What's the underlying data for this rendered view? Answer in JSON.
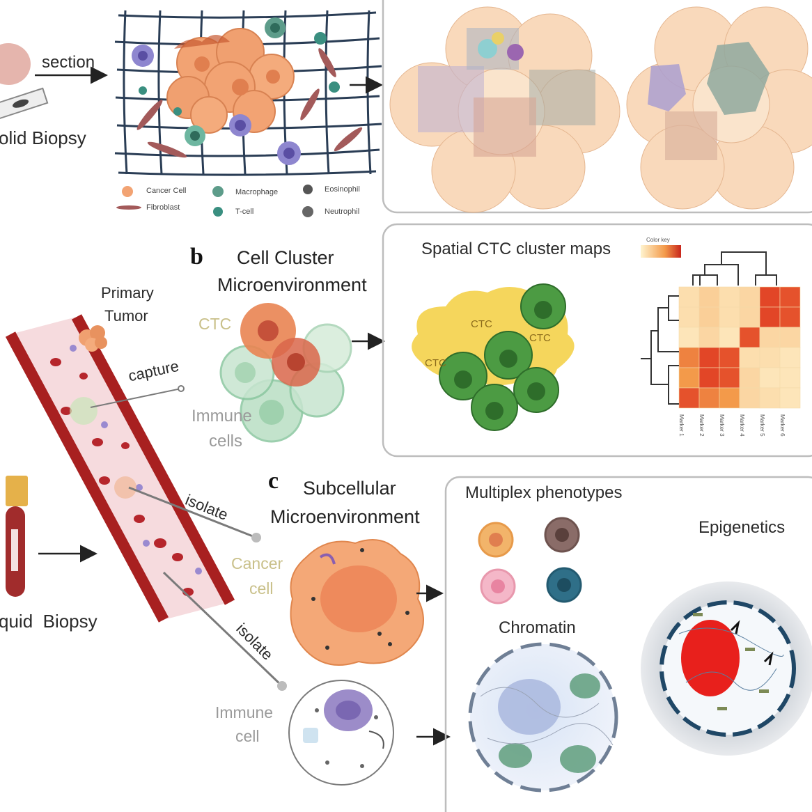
{
  "panel_a": {
    "section_label": "section",
    "solid_biopsy_label": "olid Biopsy",
    "legend": {
      "cancer_cell": "Cancer Cell",
      "fibroblast": "Fibroblast",
      "macrophage": "Macrophage",
      "t_cell": "T-cell",
      "eosinophil": "Eosinophil",
      "neutrophil": "Neutrophil"
    }
  },
  "panel_b": {
    "letter": "b",
    "title_line1": "Cell Cluster",
    "title_line2": "Microenvironment",
    "ctc_label": "CTC",
    "immune_line1": "Immune",
    "immune_line2": "cells",
    "maps_title": "Spatial CTC cluster maps",
    "colorbar_label": "Color key",
    "ctc_map_labels": [
      "CTC",
      "CTC",
      "CTC"
    ],
    "marker_labels": [
      "Marker 1",
      "Marker 2",
      "Marker 3",
      "Marker 4",
      "Marker 5",
      "Marker 6"
    ],
    "heatmap_values": [
      [
        0.15,
        0.25,
        0.15,
        0.2,
        0.95,
        0.9
      ],
      [
        0.15,
        0.25,
        0.15,
        0.2,
        0.95,
        0.9
      ],
      [
        0.1,
        0.2,
        0.1,
        0.9,
        0.2,
        0.2
      ],
      [
        0.7,
        0.95,
        0.9,
        0.15,
        0.15,
        0.1
      ],
      [
        0.6,
        0.95,
        0.9,
        0.2,
        0.1,
        0.1
      ],
      [
        0.9,
        0.7,
        0.6,
        0.2,
        0.15,
        0.1
      ]
    ]
  },
  "left": {
    "primary_tumor_line1": "Primary",
    "primary_tumor_line2": "Tumor",
    "capture": "capture",
    "isolate_1": "isolate",
    "isolate_2": "isolate",
    "liquid_biopsy": "quid  Biopsy"
  },
  "panel_c": {
    "letter": "c",
    "title_line1": "Subcellular",
    "title_line2": "Microenvironment",
    "cancer_line1": "Cancer",
    "cancer_line2": "cell",
    "immune_line1": "Immune",
    "immune_line2": "cell",
    "multiplex": "Multiplex phenotypes",
    "epigenetics": "Epigenetics",
    "chromatin": "Chromatin"
  },
  "colors": {
    "cancer": "#f0a06a",
    "ctc_green": "#6cbf5b",
    "vessel": "#b52b2b",
    "heat_low": "#fff4cf",
    "heat_high": "#e03a22",
    "panel_border": "#bdbdbd"
  }
}
